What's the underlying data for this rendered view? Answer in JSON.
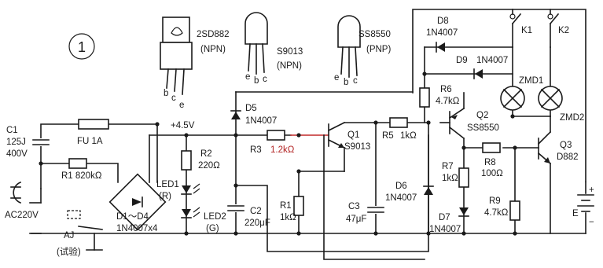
{
  "figure_number": "1",
  "transistor_legend": [
    {
      "part": "2SD882",
      "type": "(NPN)",
      "pins": [
        "b",
        "c",
        "e"
      ]
    },
    {
      "part": "S9013",
      "type": "(NPN)",
      "pins": [
        "e",
        "b",
        "c"
      ]
    },
    {
      "part": "SS8550",
      "type": "(PNP)",
      "pins": [
        "e",
        "b",
        "c"
      ]
    }
  ],
  "input": {
    "c1_ref": "C1",
    "c1_val": "125J",
    "c1_volt": "400V",
    "fuse": "FU  1A",
    "r1_label": "R1  820kΩ",
    "plug": "AC220V",
    "aj": "AJ",
    "aj_note": "(试验)"
  },
  "supply": {
    "rail_voltage": "+4.5V",
    "bridge": "D1～D4",
    "bridge_parts": "1N4007x4",
    "r2_ref": "R2",
    "r2_val": "220Ω",
    "led1_ref": "LED1",
    "led1_color": "(R)",
    "led2_ref": "LED2",
    "led2_color": "(G)",
    "d5_ref": "D5",
    "d5_part": "1N4007",
    "c2_ref": "C2",
    "c2_val": "220μF"
  },
  "control": {
    "r3_ref": "R3",
    "r3_val": "1.2kΩ",
    "q1_ref": "Q1",
    "q1_part": "S9013",
    "r1b_ref": "R1",
    "r1b_val": "1kΩ",
    "c3_ref": "C3",
    "c3_val": "47μF",
    "r5_ref": "R5",
    "r5_val": "1kΩ",
    "d6_ref": "D6",
    "d6_part": "1N4007"
  },
  "driver": {
    "d8_ref": "D8",
    "d8_part": "1N4007",
    "d9_ref": "D9",
    "d9_part": "1N4007",
    "r6_ref": "R6",
    "r6_val": "4.7kΩ",
    "q2_ref": "Q2",
    "q2_part": "SS8550",
    "r7_ref": "R7",
    "r7_val": "1kΩ",
    "r8_ref": "R8",
    "r8_val": "100Ω",
    "d7_ref": "D7",
    "d7_part": "1N4007",
    "q3_ref": "Q3",
    "q3_part": "D882",
    "r9_ref": "R9",
    "r9_val": "4.7kΩ"
  },
  "output": {
    "k1": "K1",
    "k2": "K2",
    "zmd1": "ZMD1",
    "zmd2": "ZMD2",
    "battery": "E",
    "plus": "+",
    "minus": "−"
  }
}
